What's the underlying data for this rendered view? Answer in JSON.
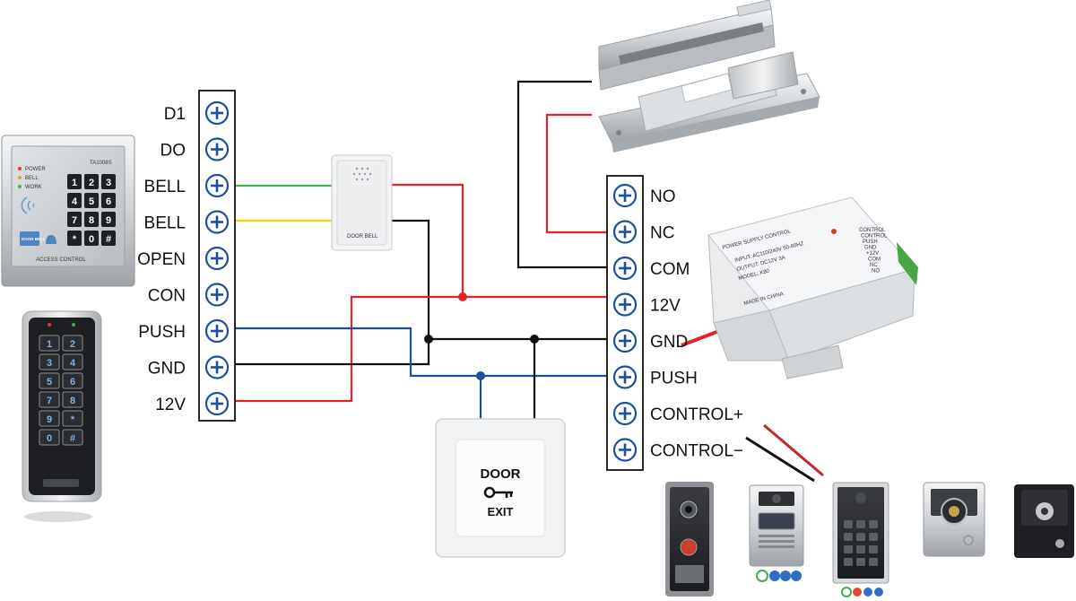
{
  "left_terminals": [
    "D1",
    "DO",
    "BELL",
    "BELL",
    "OPEN",
    "CON",
    "PUSH",
    "GND",
    "12V"
  ],
  "right_terminals": [
    "NO",
    "NC",
    "COM",
    "12V",
    "GND",
    "PUSH",
    "CONTROL+",
    "CONTROL−"
  ],
  "keypad": {
    "model": "TA1008S",
    "leds": [
      "POWER",
      "BELL",
      "WORK"
    ],
    "brand": "ACCESS CONTROL",
    "keys": [
      "1",
      "2",
      "3",
      "4",
      "5",
      "6",
      "7",
      "8",
      "9",
      "*",
      "0",
      "#"
    ],
    "bell_key": "DOOR BELL"
  },
  "slim_keypad": {
    "keys": [
      "1",
      "2",
      "3",
      "4",
      "5",
      "6",
      "7",
      "8",
      "9",
      "*",
      "0",
      "#"
    ]
  },
  "doorbell": {
    "label": "DOOR BELL"
  },
  "exit_button": {
    "line1": "DOOR",
    "line2": "EXIT"
  },
  "power_supply": {
    "title": "POWER SUPPLY CONTROL",
    "specs": [
      "INPUT: AC110/240V 50-60HZ",
      "OUTPUT: DC12V 3A",
      "MODEL: K80"
    ],
    "note": "MADE IN CHINA",
    "terminal_labels": [
      "CONTROL",
      "CONTROL",
      "PUSH",
      "GND",
      "+12V",
      "COM",
      "NC",
      "NO"
    ]
  },
  "colors": {
    "red": "#e3222a",
    "black": "#111111",
    "blue": "#1f4e9c",
    "green": "#39b54a",
    "yellow": "#f2d600",
    "terminal_blue": "#1c4f9c"
  }
}
